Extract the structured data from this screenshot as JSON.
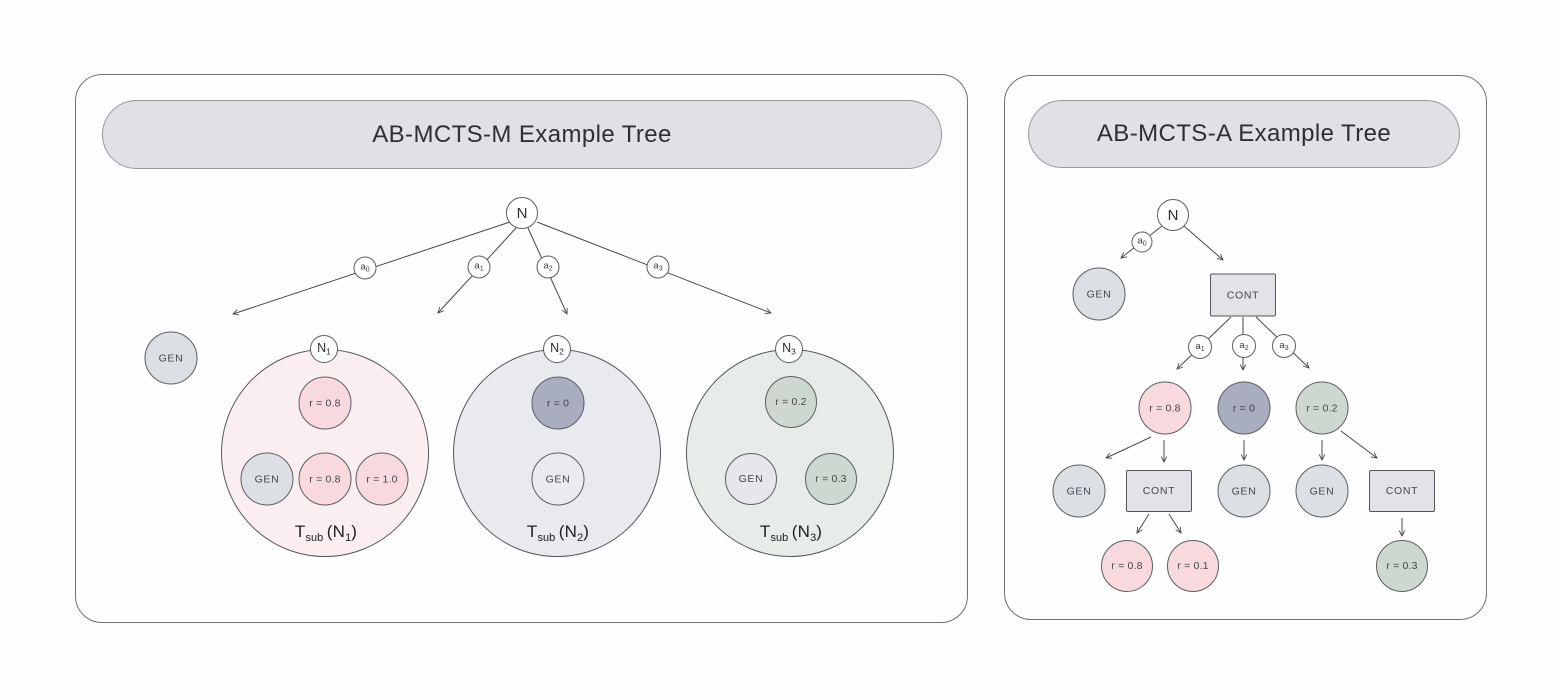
{
  "left": {
    "title": "AB-MCTS-M Example Tree",
    "root_label": "N",
    "edge_labels": {
      "a0": {
        "b": "a",
        "s": "0"
      },
      "a1": {
        "b": "a",
        "s": "1"
      },
      "a2": {
        "b": "a",
        "s": "2"
      },
      "a3": {
        "b": "a",
        "s": "3"
      }
    },
    "gen_label": "GEN",
    "subtree1": {
      "tag": {
        "b": "N",
        "s": "1"
      },
      "top_node": "r = 0.8",
      "gen": "GEN",
      "mid_node": "r = 0.8",
      "right_node": "r = 1.0",
      "caption": {
        "t": "T",
        "ts": "sub",
        "a": "(N",
        "as": "1",
        "c": ")"
      }
    },
    "subtree2": {
      "tag": {
        "b": "N",
        "s": "2"
      },
      "top_node": "r = 0",
      "gen": "GEN",
      "caption": {
        "t": "T",
        "ts": "sub",
        "a": "(N",
        "as": "2",
        "c": ")"
      }
    },
    "subtree3": {
      "tag": {
        "b": "N",
        "s": "3"
      },
      "top_node": "r = 0.2",
      "gen": "GEN",
      "right_node": "r = 0.3",
      "caption": {
        "t": "T",
        "ts": "sub",
        "a": "(N",
        "as": "3",
        "c": ")"
      }
    }
  },
  "right": {
    "title": "AB-MCTS-A Example Tree",
    "root_label": "N",
    "edge_labels": {
      "a0": {
        "b": "a",
        "s": "0"
      },
      "a1": {
        "b": "a",
        "s": "1"
      },
      "a2": {
        "b": "a",
        "s": "2"
      },
      "a3": {
        "b": "a",
        "s": "3"
      }
    },
    "nodes": {
      "gen0": "GEN",
      "cont0": "CONT",
      "r08": "r = 0.8",
      "r0": "r = 0",
      "r02": "r = 0.2",
      "gen1": "GEN",
      "cont1": "CONT",
      "gen2": "GEN",
      "gen3": "GEN",
      "cont2": "CONT",
      "r08b": "r = 0.8",
      "r01": "r = 0.1",
      "r03": "r = 0.3"
    }
  },
  "colors": {
    "page_bg": "#fdfdfd",
    "pill_fill": "#dfe1e5",
    "node_gray": "#dcdfe4",
    "node_pink": "#f7d9de",
    "node_slate": "#a9adc0",
    "node_green": "#cdd8d0",
    "subtree_pink_bg": "#faeef0",
    "subtree_slate_bg": "#e8eaee",
    "subtree_green_bg": "#e7ece8",
    "cont_fill": "#e1e3e8",
    "line": "#48494d"
  }
}
